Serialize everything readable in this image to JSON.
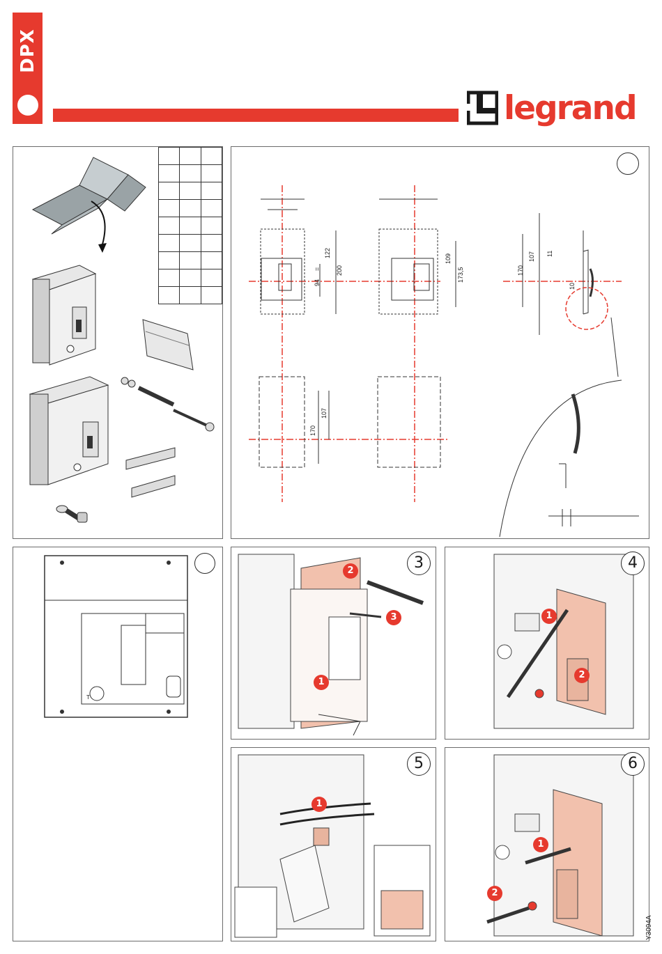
{
  "header": {
    "product_tab": "DPX",
    "brand": "legrand",
    "colors": {
      "accent": "#e63a2e",
      "line": "#1a1a1a",
      "part_fill": "#f2c1ad"
    },
    "logo_icon": "legrand-mark-icon"
  },
  "contents_panel": {
    "icons": [
      "open-box-icon",
      "breaker-3p-icon",
      "breaker-4p-icon",
      "cover-plate-icon",
      "screw-rod-icon",
      "terminal-shield-icon",
      "bolt-icon"
    ]
  },
  "dimensions_panel": {
    "front_view": {
      "dims": [
        "122",
        "200",
        "94",
        "="
      ]
    },
    "front_view_2": {
      "dims": [
        "109",
        "173,5"
      ]
    },
    "side_view": {
      "dims": [
        "170",
        "107",
        "11",
        "10"
      ]
    },
    "cutout_view": {
      "dims": [
        "170",
        "107"
      ]
    }
  },
  "faceplate_panel": {
    "label": "T"
  },
  "steps": [
    {
      "number": "3",
      "badges": [
        "1",
        "2",
        "3"
      ]
    },
    {
      "number": "4",
      "badges": [
        "1",
        "2"
      ]
    },
    {
      "number": "5",
      "badges": [
        "1"
      ]
    },
    {
      "number": "6",
      "badges": [
        "1",
        "2"
      ]
    }
  ],
  "footer": {
    "doc_code": "Y3094A"
  }
}
